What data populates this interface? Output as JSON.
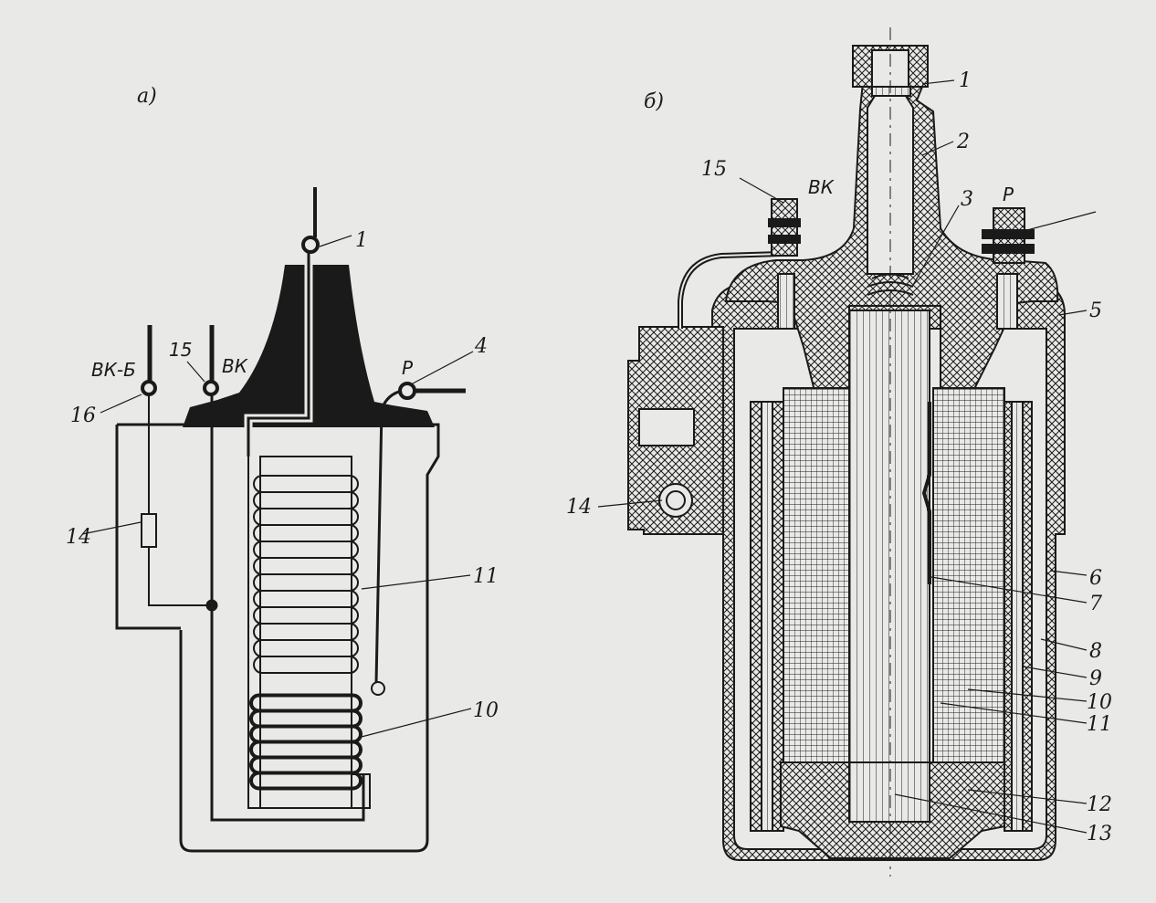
{
  "panel_a": {
    "caption": "a)",
    "labels": {
      "l1": "1",
      "l4": "4",
      "l10": "10",
      "l11": "11",
      "l14": "14",
      "l15": "15",
      "l16": "16",
      "vk": "ВК",
      "vkb": "ВК-Б",
      "p": "Р"
    }
  },
  "panel_b": {
    "caption": "б)",
    "labels": {
      "l1": "1",
      "l2": "2",
      "l3": "3",
      "l5": "5",
      "l6": "6",
      "l7": "7",
      "l8": "8",
      "l9": "9",
      "l10": "10",
      "l11": "11",
      "l12": "12",
      "l13": "13",
      "l14": "14",
      "l15": "15",
      "vk": "ВК",
      "p": "Р"
    }
  },
  "colors": {
    "ink": "#1a1a1a",
    "paper": "#e9e9e7"
  }
}
